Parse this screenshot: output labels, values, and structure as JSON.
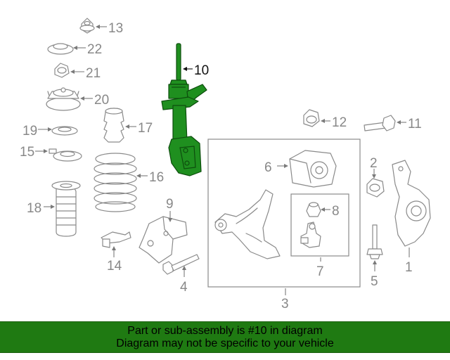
{
  "diagram": {
    "highlight_color": "#1f8f1f",
    "callouts": {
      "c1": "1",
      "c2": "2",
      "c3": "3",
      "c4": "4",
      "c5": "5",
      "c6": "6",
      "c7": "7",
      "c8": "8",
      "c9": "9",
      "c10": "10",
      "c11": "11",
      "c12": "12",
      "c13": "13",
      "c14": "14",
      "c15": "15",
      "c16": "16",
      "c17": "17",
      "c18": "18",
      "c19": "19",
      "c20": "20",
      "c21": "21",
      "c22": "22"
    }
  },
  "banner": {
    "background": "#1f7a12",
    "line1": "Part or sub-assembly is #10 in diagram",
    "line2": "Diagram may not be specific to your vehicle"
  }
}
